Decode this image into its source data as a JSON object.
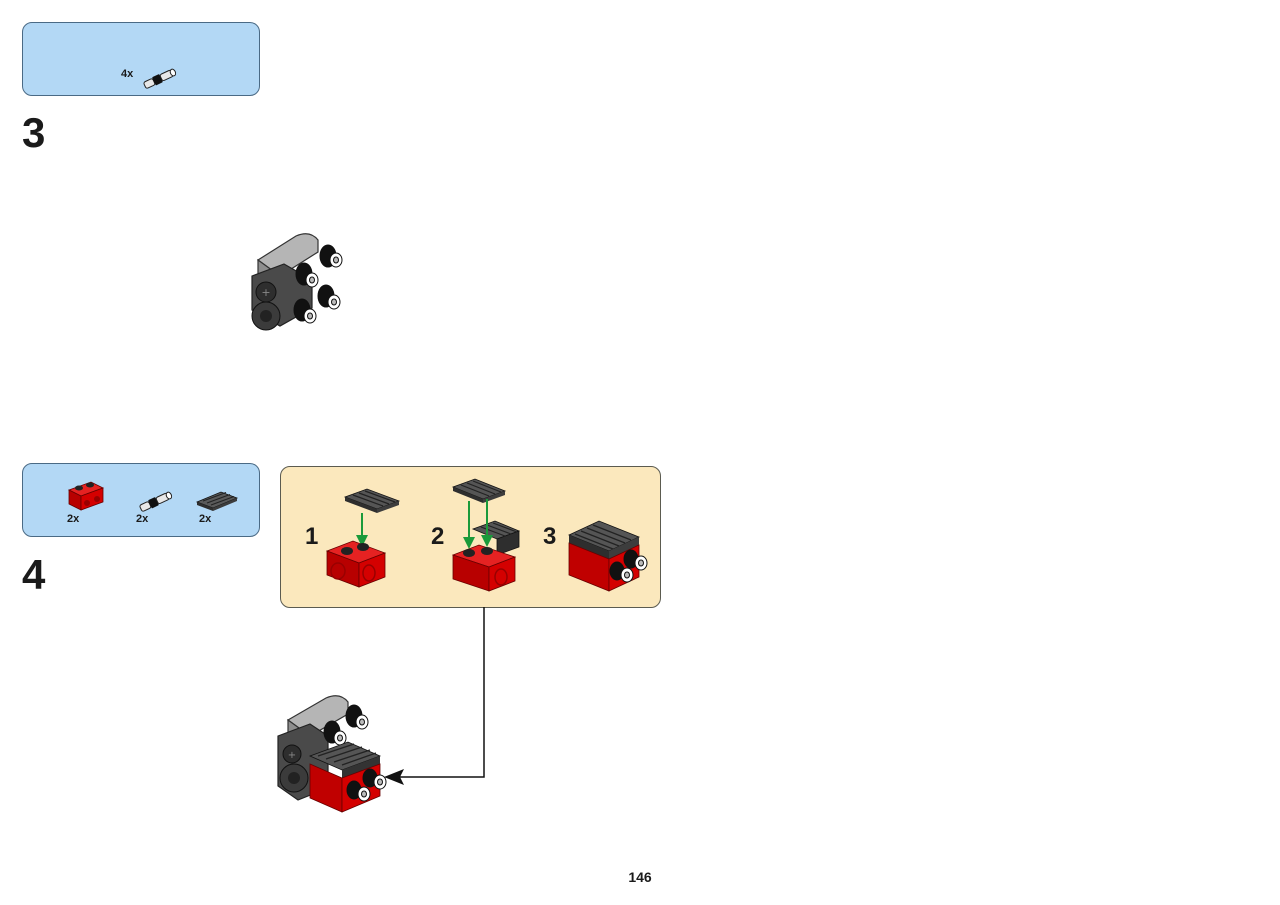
{
  "steps": [
    {
      "number": "3",
      "parts": [
        {
          "icon": "connector-pin-icon",
          "qty": "4x"
        }
      ]
    },
    {
      "number": "4",
      "parts": [
        {
          "icon": "red-technic-brick-icon",
          "qty": "2x"
        },
        {
          "icon": "connector-pin-icon",
          "qty": "2x"
        },
        {
          "icon": "dark-grey-grille-tile-icon",
          "qty": "2x"
        }
      ],
      "substeps": [
        "1",
        "2",
        "3"
      ]
    }
  ],
  "page_number": "146",
  "colors": {
    "parts_box": "#b3d8f5",
    "substep_box": "#fbe8bd",
    "brick_red": "#d40000",
    "tile_dark_grey": "#3a3a3a",
    "guide_arrow_green": "#1a9a3a"
  }
}
